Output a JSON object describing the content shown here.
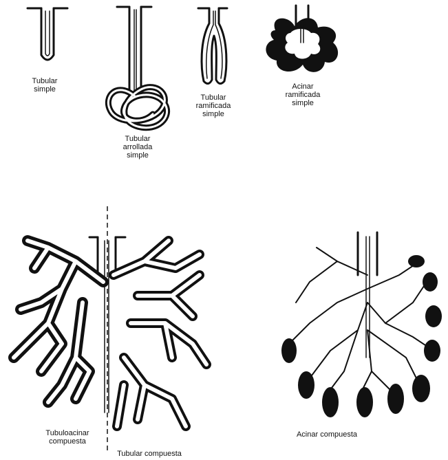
{
  "colors": {
    "ink": "#111111",
    "paper": "#ffffff"
  },
  "labels": {
    "tubular_simple": {
      "line1": "Tubular",
      "line2": "simple"
    },
    "tubular_enrollada_simple": {
      "line1": "Tubular",
      "line2": "arrollada",
      "line3": "simple"
    },
    "tubular_ramificada_simple": {
      "line1": "Tubular",
      "line2": "ramificada",
      "line3": "simple"
    },
    "acinar_ramificada_simple": {
      "line1": "Acinar",
      "line2": "ramificada",
      "line3": "simple"
    },
    "tubuloacinar_compuesta": {
      "line1": "Tubuloacinar",
      "line2": "compuesta"
    },
    "tubular_compuesta": {
      "line1": "Tubular compuesta"
    },
    "acinar_compuesta": {
      "line1": "Acinar compuesta"
    }
  }
}
